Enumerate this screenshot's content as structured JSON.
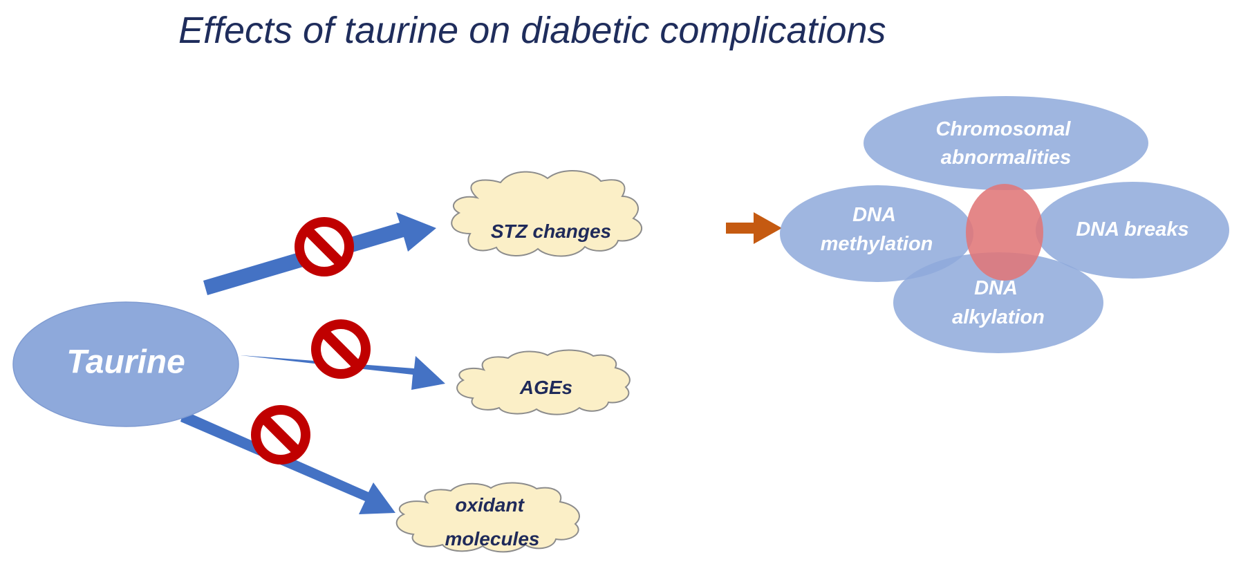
{
  "title": "Effects of taurine on diabetic complications",
  "taurine": {
    "label": "Taurine"
  },
  "effects": [
    {
      "lines": [
        "STZ changes"
      ]
    },
    {
      "lines": [
        "AGEs"
      ]
    },
    {
      "lines": [
        "oxidant",
        "molecules"
      ]
    }
  ],
  "dna_damage": [
    {
      "lines": [
        "Chromosomal",
        "abnormalities"
      ]
    },
    {
      "lines": [
        "DNA",
        "methylation"
      ]
    },
    {
      "lines": [
        "DNA breaks"
      ]
    },
    {
      "lines": [
        "DNA",
        "alkylation"
      ]
    }
  ],
  "icons": {
    "inhibition": "prohibition-icon",
    "arrow": "arrow-icon"
  },
  "colors": {
    "title": "#1f2d5c",
    "ellipse_fill": "#8ea9db",
    "blue_arrow": "#4472c4",
    "orange_arrow": "#c55a11",
    "cloud_fill": "#fbefc7",
    "cloud_stroke": "#8c8c8c",
    "prohibition": "#c00000",
    "center_overlap": "#e07678"
  }
}
